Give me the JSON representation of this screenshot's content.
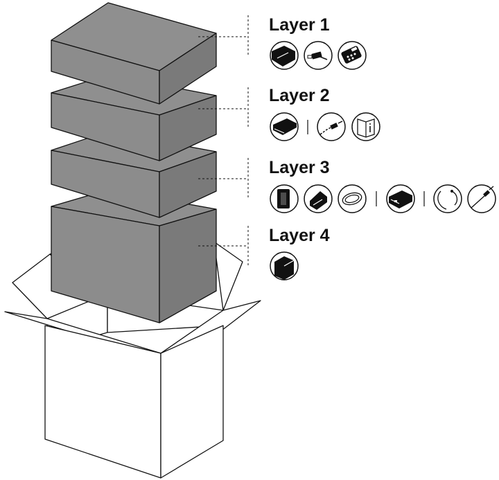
{
  "colors": {
    "tray_front": "#8c8c8c",
    "tray_side": "#7a7a7a",
    "tray_top": "#8f8f8f",
    "outline": "#111111",
    "icon_fill": "#111111"
  },
  "layers": [
    {
      "title": "Layer 1",
      "icon_groups": [
        [
          "bass-module-icon",
          "usb-adapter-icon",
          "remote-control-icon"
        ]
      ]
    },
    {
      "title": "Layer 2",
      "icon_groups": [
        [
          "speaker-array-icon"
        ],
        [
          "cable-icon",
          "owners-guide-icon"
        ]
      ]
    },
    {
      "title": "Layer 3",
      "icon_groups": [
        [
          "cube-speaker-icon",
          "speaker-icon",
          "speaker-cable-icon"
        ],
        [
          "interface-module-icon"
        ],
        [
          "ir-emitter-icon",
          "audio-cable-icon"
        ]
      ]
    },
    {
      "title": "Layer 4",
      "icon_groups": [
        [
          "subwoofer-icon"
        ]
      ]
    }
  ]
}
